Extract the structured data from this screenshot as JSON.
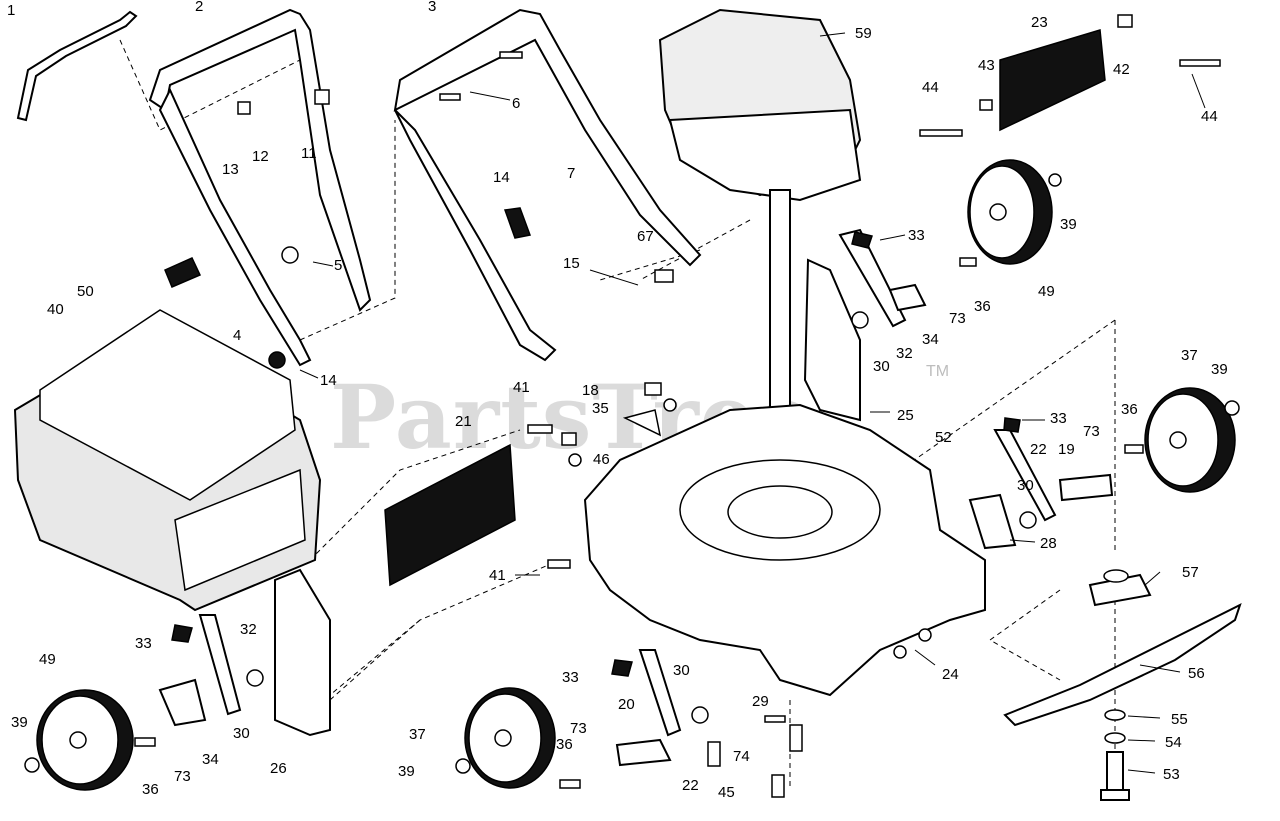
{
  "watermark": {
    "text": "PartsTree",
    "trademark": "TM"
  },
  "callouts": [
    {
      "label": "1"
    },
    {
      "label": "2"
    },
    {
      "label": "3"
    },
    {
      "label": "4"
    },
    {
      "label": "5"
    },
    {
      "label": "6"
    },
    {
      "label": "7"
    },
    {
      "label": "11"
    },
    {
      "label": "12"
    },
    {
      "label": "13"
    },
    {
      "label": "14"
    },
    {
      "label": "14"
    },
    {
      "label": "15"
    },
    {
      "label": "18"
    },
    {
      "label": "19"
    },
    {
      "label": "20"
    },
    {
      "label": "21"
    },
    {
      "label": "22"
    },
    {
      "label": "22"
    },
    {
      "label": "23"
    },
    {
      "label": "24"
    },
    {
      "label": "25"
    },
    {
      "label": "26"
    },
    {
      "label": "28"
    },
    {
      "label": "29"
    },
    {
      "label": "30"
    },
    {
      "label": "30"
    },
    {
      "label": "30"
    },
    {
      "label": "30"
    },
    {
      "label": "32"
    },
    {
      "label": "32"
    },
    {
      "label": "33"
    },
    {
      "label": "33"
    },
    {
      "label": "33"
    },
    {
      "label": "33"
    },
    {
      "label": "34"
    },
    {
      "label": "34"
    },
    {
      "label": "35"
    },
    {
      "label": "36"
    },
    {
      "label": "36"
    },
    {
      "label": "36"
    },
    {
      "label": "36"
    },
    {
      "label": "37"
    },
    {
      "label": "37"
    },
    {
      "label": "39"
    },
    {
      "label": "39"
    },
    {
      "label": "39"
    },
    {
      "label": "39"
    },
    {
      "label": "40"
    },
    {
      "label": "41"
    },
    {
      "label": "41"
    },
    {
      "label": "42"
    },
    {
      "label": "43"
    },
    {
      "label": "44"
    },
    {
      "label": "44"
    },
    {
      "label": "45"
    },
    {
      "label": "46"
    },
    {
      "label": "49"
    },
    {
      "label": "49"
    },
    {
      "label": "50"
    },
    {
      "label": "52"
    },
    {
      "label": "53"
    },
    {
      "label": "54"
    },
    {
      "label": "55"
    },
    {
      "label": "56"
    },
    {
      "label": "57"
    },
    {
      "label": "59"
    },
    {
      "label": "67"
    },
    {
      "label": "73"
    },
    {
      "label": "73"
    },
    {
      "label": "73"
    },
    {
      "label": "73"
    },
    {
      "label": "74"
    }
  ]
}
